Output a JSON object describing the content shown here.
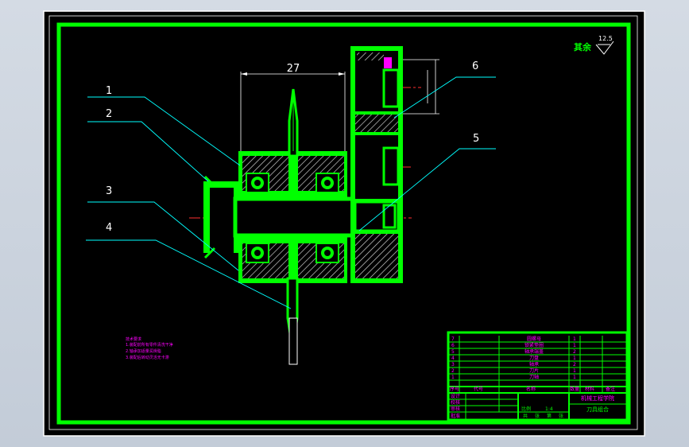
{
  "drawing": {
    "dimension_27": "27",
    "part_labels": [
      "1",
      "2",
      "3",
      "4",
      "5",
      "6"
    ],
    "roughness_prefix": "其余",
    "roughness_value": "12.5",
    "tech_notes": [
      "技术要求",
      "1.装配前所有零件清洗干净",
      "2.轴承加适量润滑脂",
      "3.装配后转动灵活无卡滞"
    ]
  },
  "title_block": {
    "parts_table": {
      "numbers": [
        "7",
        "6",
        "5",
        "4",
        "3",
        "2",
        "1"
      ],
      "names": [
        "圆螺母",
        "锁紧垫圈",
        "轴承端盖",
        "刀盘",
        "轴承",
        "刀片",
        "刀轴"
      ],
      "quantities": [
        "1",
        "1",
        "2",
        "1",
        "2",
        "1",
        "1"
      ]
    },
    "header_no": "序号",
    "header_code": "代号",
    "header_name": "名称",
    "header_qty": "数量",
    "header_material": "材料",
    "header_remark": "备注",
    "row_labels": [
      "设计",
      "校核",
      "审核",
      "批准"
    ],
    "scale_label": "比例",
    "scale_value": "1:4",
    "sheet_labels": [
      "共",
      "张",
      "第",
      "张"
    ],
    "school": "机械工程学院",
    "drawing_title": "刀具组合"
  },
  "colors": {
    "frame": "#00ff00",
    "outline": "#00ff00",
    "leader": "#00ffff",
    "dimension": "#ffffff",
    "centerline": "#ff3030",
    "table_text": "#ff00ff",
    "paper": "#000000"
  }
}
